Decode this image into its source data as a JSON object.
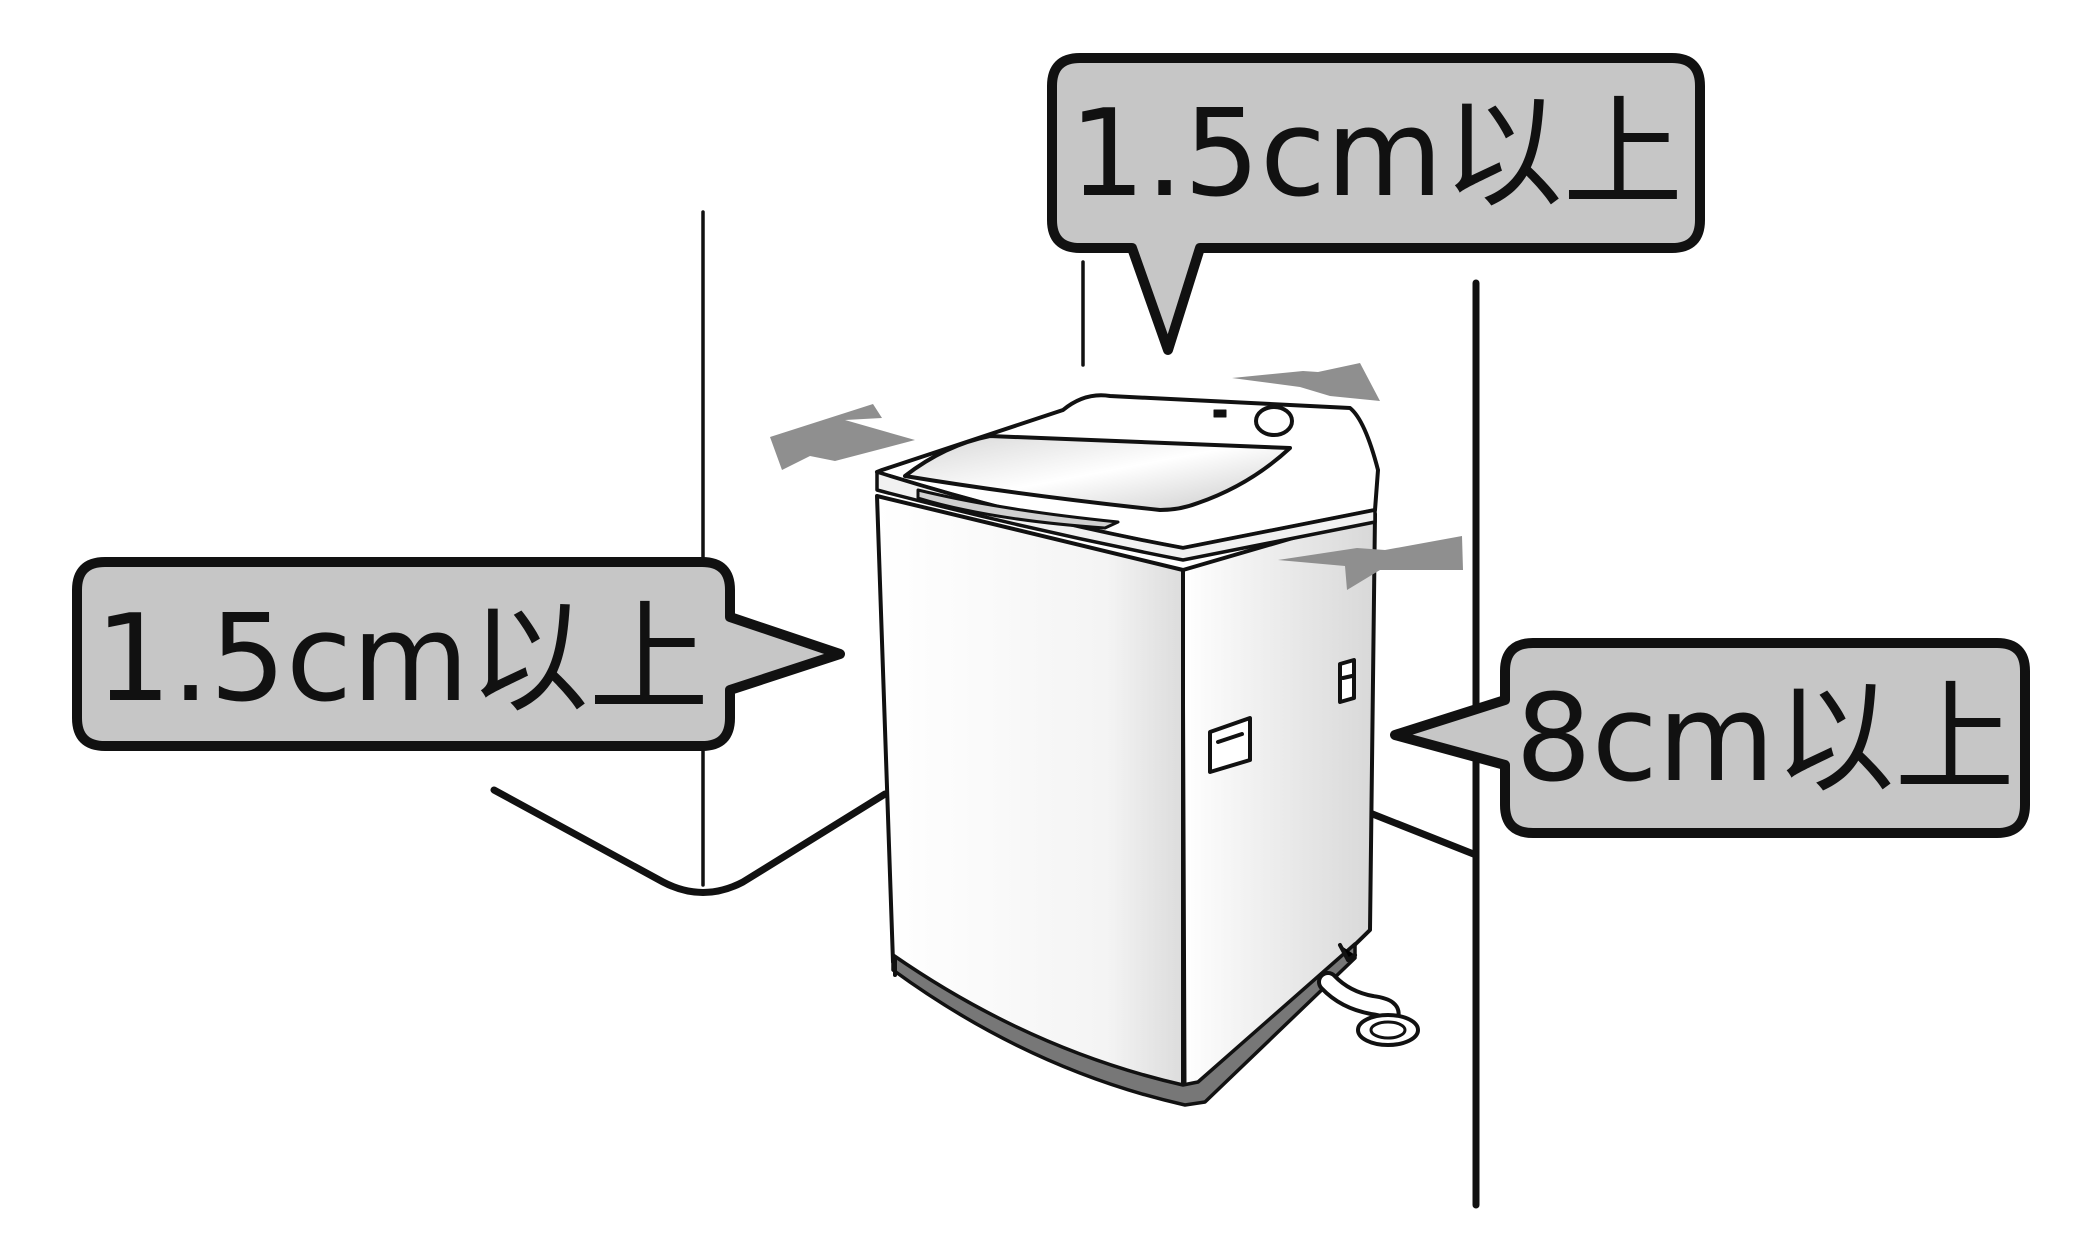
{
  "callouts": {
    "top": "1.5cm以上",
    "left": "1.5cm以上",
    "right": "8cm以上"
  },
  "colors": {
    "callout_fill": "#c6c6c6",
    "outline": "#111111",
    "arrow": "#8f8f8f",
    "lid_glass": "#cfcfcf",
    "body_shade": "#e2e2e2"
  },
  "icons": {
    "washer": "top-loading-washing-machine",
    "arrows": "clearance-arrow-icon",
    "drain": "floor-drain-icon"
  }
}
